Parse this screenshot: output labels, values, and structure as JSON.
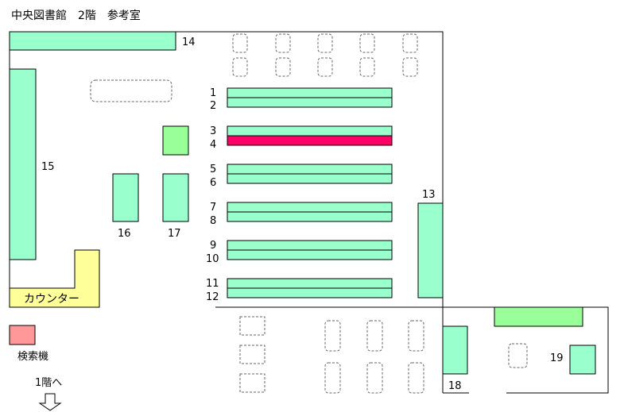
{
  "title": "中央図書館　2階　参考室",
  "colors": {
    "shelf": "#99ffcc",
    "shelf_green": "#99ff99",
    "highlight": "#ff0066",
    "counter": "#ffff99",
    "search": "#ff9999",
    "wall": "#000000",
    "table_outline": "#666666"
  },
  "shelves": {
    "s1": "1",
    "s2": "2",
    "s3": "3",
    "s4": "4",
    "s5": "5",
    "s6": "6",
    "s7": "7",
    "s8": "8",
    "s9": "9",
    "s10": "10",
    "s11": "11",
    "s12": "12",
    "s13": "13",
    "s14": "14",
    "s15": "15",
    "s16": "16",
    "s17": "17",
    "s18": "18",
    "s19": "19"
  },
  "counter_label": "カウンター",
  "search_label": "検索機",
  "stairs_label": "1階へ",
  "highlighted_shelf": "4"
}
